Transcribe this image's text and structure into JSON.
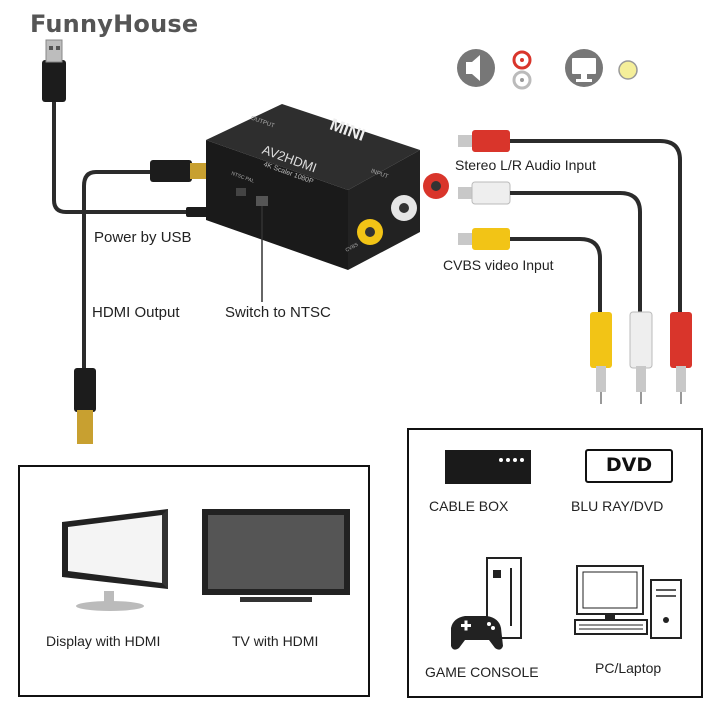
{
  "brand": "FunnyHouse",
  "device": {
    "logo": "MINI",
    "model": "AV2HDMI",
    "subtitle": "4K Scaler 1080P",
    "side_output": "OUTPUT",
    "side_input": "INPUT",
    "switch_label": "NTSC  PAL",
    "cvbs_port": "CVBS"
  },
  "labels": {
    "power": "Power by USB",
    "hdmi_output": "HDMI Output",
    "switch": "Switch to NTSC",
    "stereo": "Stereo L/R Audio Input",
    "cvbs": "CVBS video Input"
  },
  "outputs": {
    "display": "Display with HDMI",
    "tv": "TV with HDMI"
  },
  "sources": {
    "cable_box": "CABLE BOX",
    "dvd_badge": "DVD",
    "blu_ray": "BLU RAY/DVD",
    "game": "GAME CONSOLE",
    "pc": "PC/Laptop"
  },
  "colors": {
    "cable": "#2b2b2b",
    "rca_red": "#d9352b",
    "rca_white": "#e6e6e6",
    "rca_yellow": "#f2c416",
    "gold": "#c8a030",
    "icon_grey": "#777777",
    "indicator_yellow": "#f5ef9a"
  }
}
